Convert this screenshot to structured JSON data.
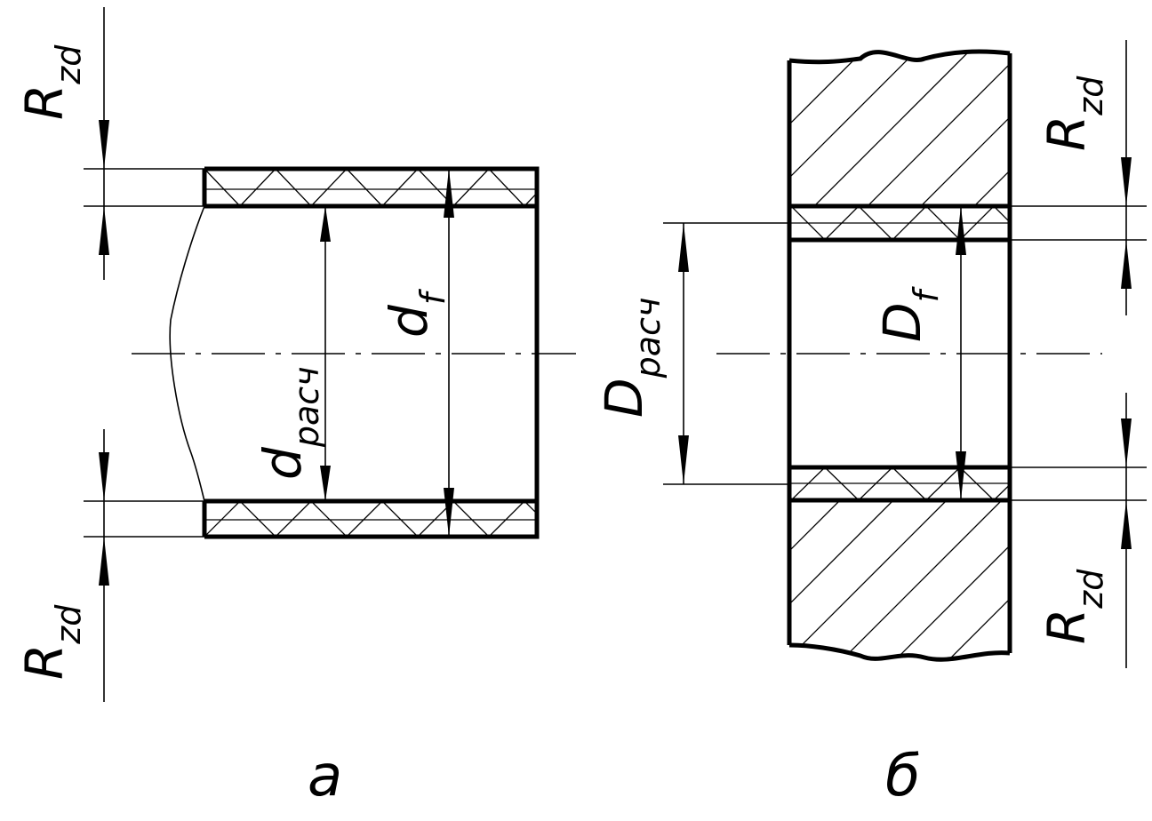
{
  "labels": {
    "rzd": "R",
    "rzd_sub": "zd",
    "d_f": "d",
    "d_f_sub": "f",
    "d_pach": "d",
    "d_pach_sub": "расч",
    "D_f": "D",
    "D_f_sub": "f",
    "D_pach": "D",
    "D_pach_sub": "расч",
    "caption_a": "а",
    "caption_b": "б"
  }
}
